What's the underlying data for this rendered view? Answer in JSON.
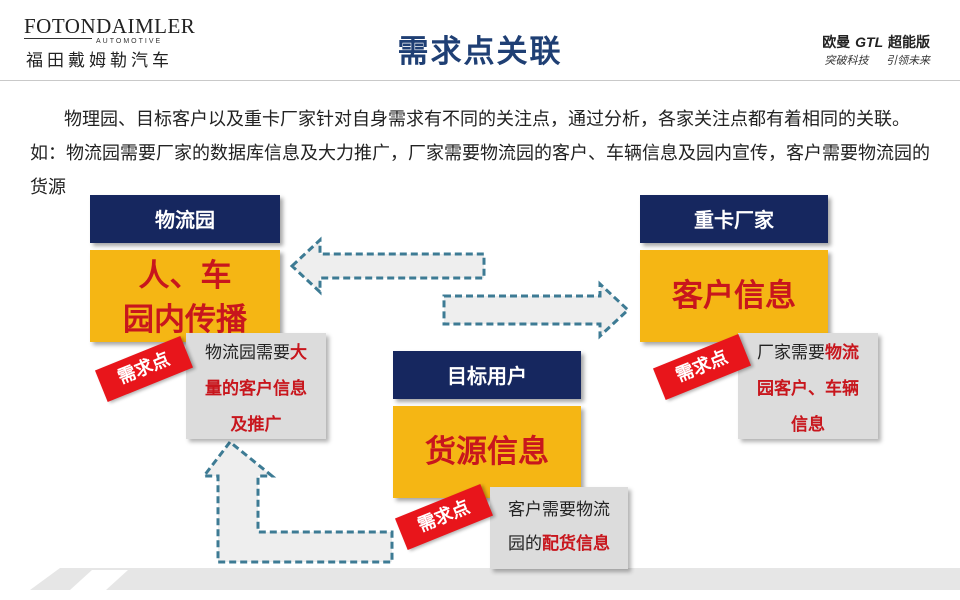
{
  "header": {
    "logo_line1": "FOTONDAIMLER",
    "logo_line2": "AUTOMOTIVE",
    "logo_line3": "福田戴姆勒汽车",
    "title": "需求点关联",
    "brand_name": "欧曼",
    "brand_model": "GTL",
    "brand_edition": "超能版",
    "slogan_1": "突破科技",
    "slogan_2": "引领未来"
  },
  "intro": "物理园、目标客户以及重卡厂家针对自身需求有不同的关注点，通过分析，各家关注点都有着相同的关联。如：物流园需要厂家的数据库信息及大力推广，厂家需要物流园的客户、车辆信息及园内宣传，客户需要物流园的货源",
  "logistics": {
    "header": "物流园",
    "content_line1": "人、车",
    "content_line2": "园内传播",
    "stamp": "需求点",
    "need_plain": "物流园需要",
    "need_hl1": "大",
    "need_hl2": "量的客户信息",
    "need_hl3": "及推广"
  },
  "manufacturer": {
    "header": "重卡厂家",
    "content": "客户信息",
    "stamp": "需求点",
    "need_plain": "厂家需要",
    "need_hl1": "物流",
    "need_hl2": "园客户、车辆",
    "need_hl3": "信息"
  },
  "target_user": {
    "header": "目标用户",
    "content": "货源信息",
    "stamp": "需求点",
    "need_line1": "客户需要物流",
    "need_plain2": "园的",
    "need_hl": "配货信息"
  },
  "colors": {
    "navy": "#16275f",
    "gold": "#f5b614",
    "red": "#c8161d",
    "title_blue": "#1f3f74",
    "arrow_stroke": "#3d7b94"
  }
}
